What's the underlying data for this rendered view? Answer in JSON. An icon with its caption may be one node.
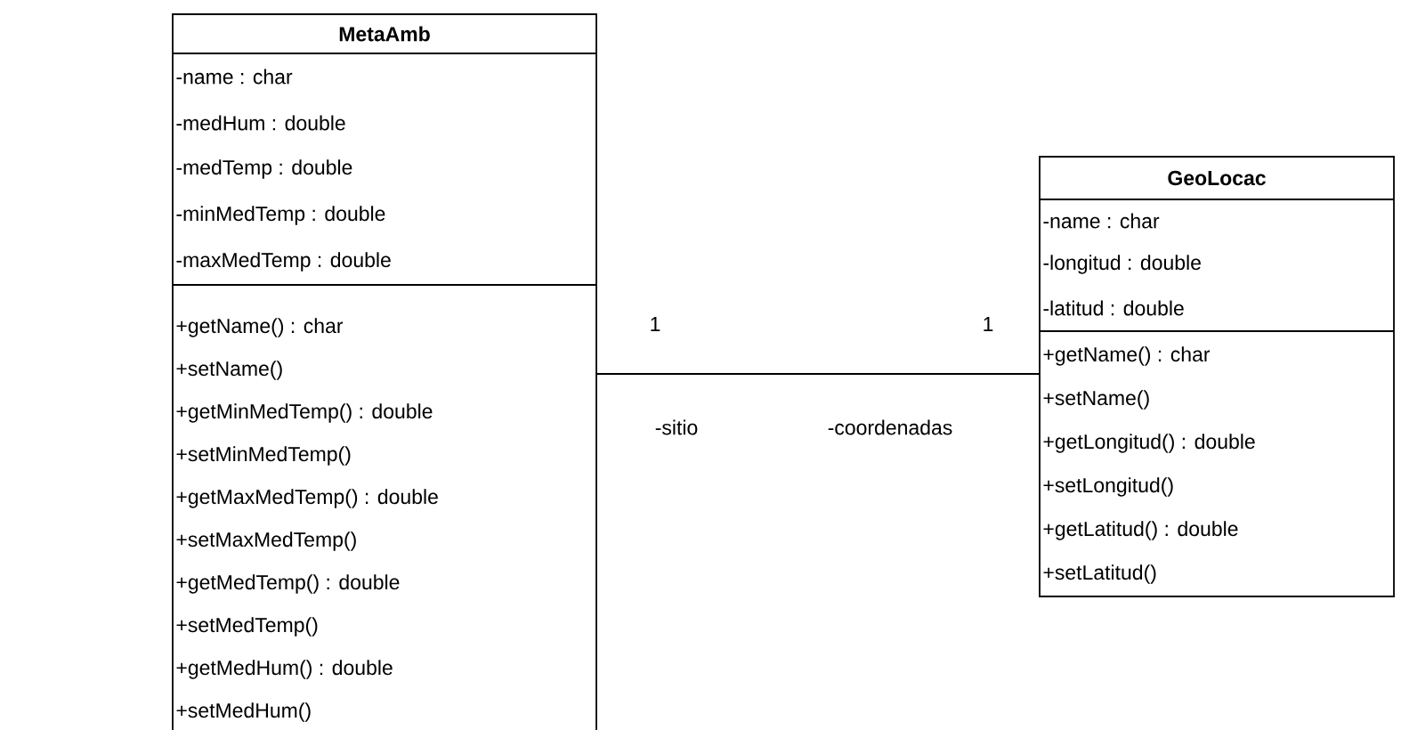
{
  "diagram": {
    "nodes": [
      {
        "text": [
          "MetaAmb",
          "-name : char",
          "-medHum : double",
          "-medTemp : double",
          "-minMedTemp : double",
          "-maxMedTemp : double",
          "+getName() : char",
          "+setName()",
          "+getMinMedTemp() : double",
          "+setMinMedTemp()",
          "+getMaxMedTemp() : double",
          "+setMaxMedTemp()",
          "+getMedTemp() : double",
          "+setMedTemp()",
          "+getMedHum() : double",
          "+setMedHum()"
        ]
      },
      {
        "text": [
          "GeoLocac",
          "-name : char",
          "-longitud : double",
          "-latitud : double",
          "+getName() : char",
          "+setName()",
          "+getLongitud() : double",
          "+setLongitud()",
          "+getLatitud() : double",
          "+setLatitud()"
        ]
      }
    ],
    "edges": [
      {
        "from": 0,
        "to": 1,
        "arrow": "none"
      }
    ],
    "labels": [
      "1",
      "1",
      "-sitio",
      "-coordenadas"
    ]
  }
}
